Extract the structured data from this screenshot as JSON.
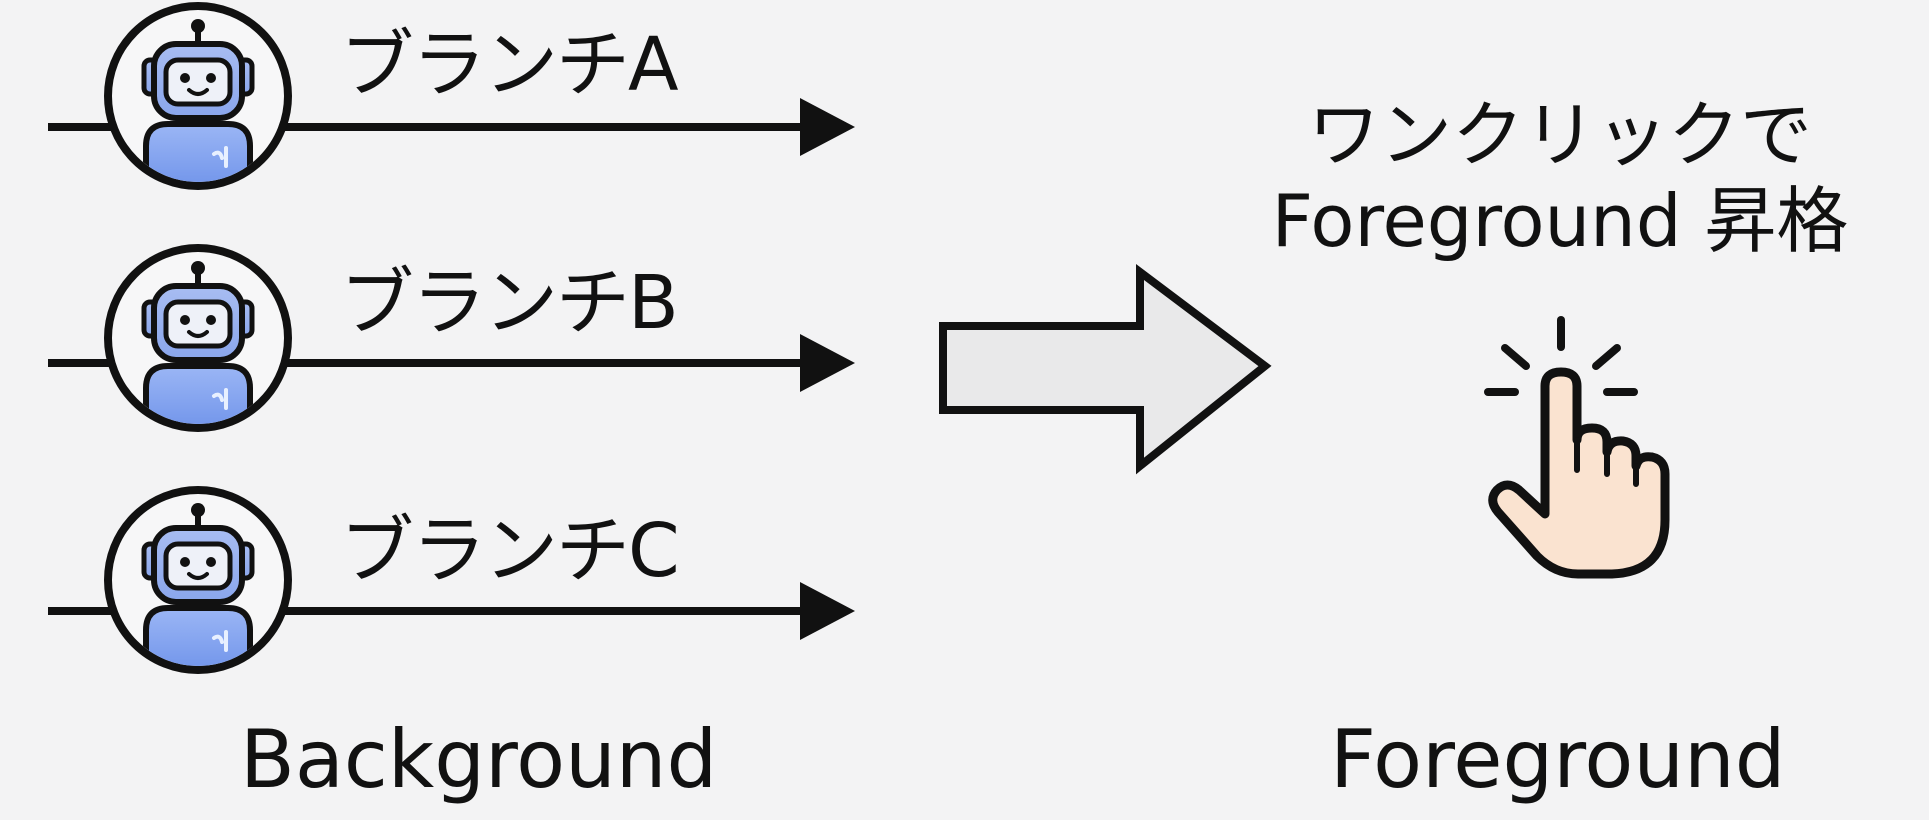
{
  "branches": [
    {
      "label": "ブランチA"
    },
    {
      "label": "ブランチB"
    },
    {
      "label": "ブランチC"
    }
  ],
  "left_caption": "Background",
  "right_caption": "Foreground",
  "promotion": {
    "line1": "ワンクリックで",
    "line2": "Foreground 昇格"
  },
  "icons": {
    "agent": "robot-icon",
    "transition": "big-right-arrow-icon",
    "action": "tap-hand-icon"
  },
  "colors": {
    "background": "#f3f3f4",
    "line": "#111111",
    "robot_blue": "#7fa2f0",
    "hand_skin": "#fae3d0",
    "arrow_fill": "#e9e9ea"
  }
}
